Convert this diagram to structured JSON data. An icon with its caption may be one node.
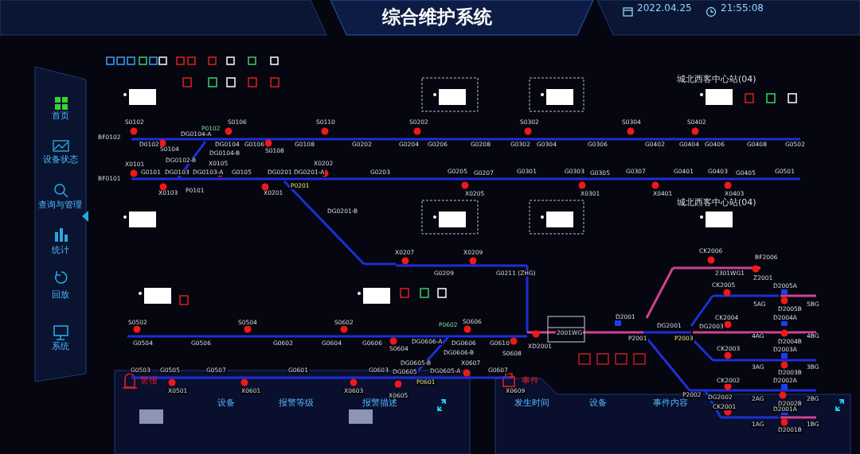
{
  "diagram": {
    "title": "综合维护系统",
    "labels": [
      "2022.04.25",
      "21:55:08",
      "首页",
      "设备状态",
      "查询与管理",
      "统计",
      "回放",
      "系统",
      "城北西客中心站(04)",
      "城北西客中心站(04)",
      "BF0102",
      "S0102",
      "D0102",
      "S0104",
      "DG0104-A",
      "P0102",
      "S0106",
      "DG0104",
      "G0106",
      "S0108",
      "S0110",
      "G0108",
      "G0202",
      "S0202",
      "G0204",
      "G0206",
      "G0208",
      "S0302",
      "G0302",
      "G0304",
      "G0306",
      "S0304",
      "G0402",
      "S0402",
      "G0404",
      "G0406",
      "G0408",
      "G0502",
      "DG0104-B",
      "DG0102-B",
      "BF0101",
      "X0101",
      "G0101",
      "DG0103",
      "DG0103-A",
      "X0103",
      "P0101",
      "X0105",
      "G0105",
      "DG0201",
      "DG0201-A",
      "X0201",
      "P0201",
      "X0202",
      "G0203",
      "G0205",
      "G0207",
      "X0205",
      "G0301",
      "G0303",
      "G0305",
      "G0307",
      "X0301",
      "X0401",
      "G0401",
      "G0403",
      "G0405",
      "X0403",
      "G0501",
      "DG0201-B",
      "X0207",
      "X0209",
      "G0209",
      "G0211 (ZHG)",
      "S0502",
      "G0504",
      "G0506",
      "S0504",
      "S0602",
      "G0602",
      "G0604",
      "G0606",
      "S0604",
      "DG0606-A",
      "P0602",
      "S0606",
      "DG0606",
      "DG0606-B",
      "G0610",
      "S0608",
      "G0503",
      "G0505",
      "G0507",
      "X0501",
      "X0601",
      "G0601",
      "G0603",
      "X0603",
      "DG0605",
      "DG0605-B",
      "X0605",
      "P0601",
      "DG0605-A",
      "X0607",
      "G0607",
      "X0609",
      "2001WG",
      "XD2001",
      "D2001",
      "P2001",
      "DG2001",
      "DG2003",
      "P2003",
      "CK2006",
      "2301WG1",
      "BF2006",
      "Z2001",
      "CK2005",
      "D2005A",
      "5AG",
      "D2005B",
      "5BG",
      "CK2004",
      "D2004A",
      "4AG",
      "D2004B",
      "4BG",
      "CK2003",
      "D2003A",
      "3AG",
      "D2003B",
      "3BG",
      "CK2002",
      "D2002A",
      "2AG",
      "D2002B",
      "2BG",
      "P2002",
      "DG2002",
      "CK2001",
      "D2001A",
      "1AG",
      "D2001B",
      "1BG",
      "警报",
      "设备",
      "报警等级",
      "报警描述",
      "事件",
      "发生时间",
      "设备",
      "事件内容"
    ]
  }
}
